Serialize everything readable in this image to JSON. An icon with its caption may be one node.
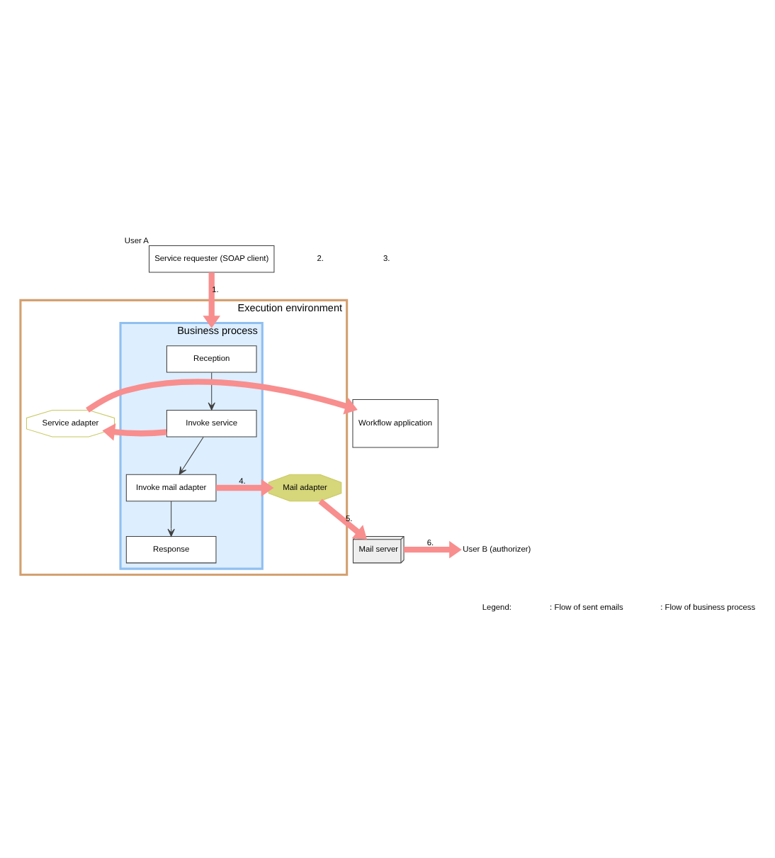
{
  "diagram": {
    "nodes": [
      {
        "text": [
          "Service requester (SOAP client)"
        ],
        "beside": [
          "User A"
        ]
      },
      {
        "text": [
          "Execution environment"
        ]
      },
      {
        "text": [
          "Business process"
        ],
        "in": 1
      },
      {
        "text": [
          "Reception"
        ],
        "in": 2
      },
      {
        "text": [
          "Invoke service"
        ],
        "in": 2
      },
      {
        "text": [
          "Invoke mail adapter"
        ],
        "in": 2
      },
      {
        "text": [
          "Response"
        ],
        "in": 2
      },
      {
        "text": [
          "Service adapter"
        ],
        "in": 1
      },
      {
        "text": [
          "Mail adapter"
        ],
        "in": 1
      },
      {
        "text": [
          "Workflow application"
        ]
      },
      {
        "text": [
          "Mail server"
        ]
      },
      {
        "text": [
          "User B (authorizer)"
        ]
      }
    ],
    "edges": [
      {
        "from": 0,
        "to": 2,
        "arrow": "to",
        "label": "1."
      },
      {
        "from": 3,
        "to": 4,
        "arrow": "to",
        "color": "#404040"
      },
      {
        "from": 4,
        "to": 5,
        "arrow": "to",
        "color": "#404040"
      },
      {
        "from": 5,
        "to": 6,
        "arrow": "to",
        "color": "#404040"
      },
      {
        "from": 4,
        "to": 7,
        "arrow": "to"
      },
      {
        "from": 7,
        "to": 9,
        "arrow": "to"
      },
      {
        "from": 5,
        "to": 8,
        "arrow": "to",
        "label": "4."
      },
      {
        "from": 8,
        "to": 10,
        "arrow": "to",
        "label": "5."
      },
      {
        "from": 10,
        "to": 11,
        "arrow": "to",
        "label": "6."
      }
    ],
    "labels": [
      "2.",
      "3.",
      "Legend:"
    ],
    "legend": [
      {
        "text": ": Flow of sent emails"
      },
      {
        "text": ": Flow of business process"
      }
    ]
  }
}
